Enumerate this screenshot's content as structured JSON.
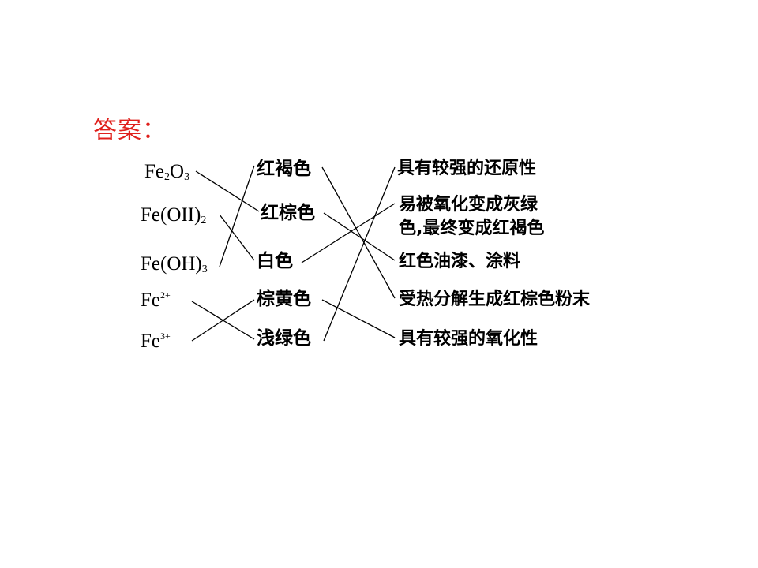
{
  "title": "答案：",
  "compounds": [
    {
      "base": "Fe",
      "sub1": "2",
      "mid": "O",
      "sub2": "3",
      "sup": ""
    },
    {
      "base": "Fe(OII)",
      "sub1": "2",
      "mid": "",
      "sub2": "",
      "sup": ""
    },
    {
      "base": "Fe(OH)",
      "sub1": "3",
      "mid": "",
      "sub2": "",
      "sup": ""
    },
    {
      "base": "Fe",
      "sub1": "",
      "mid": "",
      "sub2": "",
      "sup": "2+"
    },
    {
      "base": "Fe",
      "sub1": "",
      "mid": "",
      "sub2": "",
      "sup": "3+"
    }
  ],
  "colors": [
    "红褐色",
    "红棕色",
    "白色",
    "棕黄色",
    "浅绿色"
  ],
  "properties": [
    {
      "line1": "具有较强的还原性",
      "line2": ""
    },
    {
      "line1": "易被氧化变成灰绿",
      "line2": "色,最终变成红褐色"
    },
    {
      "line1": "红色油漆、涂料",
      "line2": ""
    },
    {
      "line1": "受热分解生成红棕色粉末",
      "line2": ""
    },
    {
      "line1": "具有较强的氧化性",
      "line2": ""
    }
  ],
  "title_color": "#e0201c"
}
